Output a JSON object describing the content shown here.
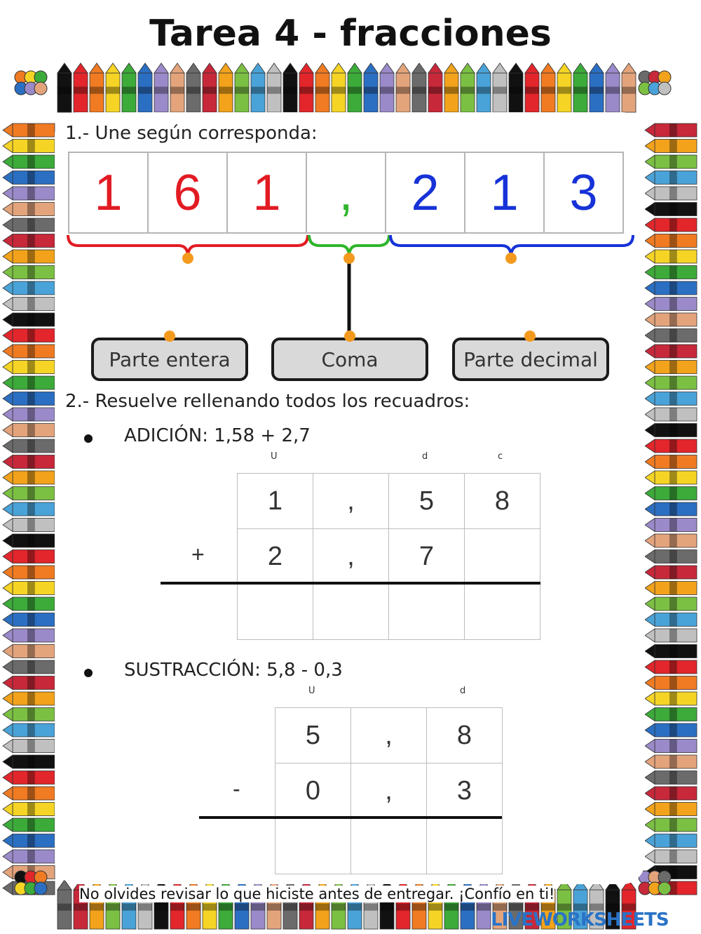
{
  "title": "Tarea 4 - fracciones",
  "section1": {
    "heading": "1.- Une según corresponda:",
    "digits": [
      {
        "text": "1",
        "color": "#e21b23"
      },
      {
        "text": "6",
        "color": "#e21b23"
      },
      {
        "text": "1",
        "color": "#e21b23"
      },
      {
        "text": ",",
        "color": "#2fb52c"
      },
      {
        "text": "2",
        "color": "#1632d8"
      },
      {
        "text": "1",
        "color": "#1632d8"
      },
      {
        "text": "3",
        "color": "#1632d8"
      }
    ],
    "labels": [
      "Parte entera",
      "Coma",
      "Parte decimal"
    ],
    "colors": {
      "integer": "#e21b23",
      "comma": "#2fb52c",
      "decimal": "#1632d8",
      "dot": "#f39a1e"
    }
  },
  "section2": {
    "heading": "2.- Resuelve rellenando todos los recuadros:",
    "addition": {
      "label": "ADICIÓN: 1,58 + 2,7",
      "headers": [
        "U",
        "",
        "d",
        "c"
      ],
      "sign": "+",
      "rows": [
        [
          "1",
          ",",
          "5",
          "8"
        ],
        [
          "2",
          ",",
          "7",
          ""
        ],
        [
          "",
          "",
          "",
          ""
        ]
      ]
    },
    "subtraction": {
      "label": "SUSTRACCIÓN: 5,8 - 0,3",
      "headers": [
        "U",
        "",
        "d"
      ],
      "sign": "-",
      "rows": [
        [
          "5",
          ",",
          "8"
        ],
        [
          "0",
          ",",
          "3"
        ],
        [
          "",
          "",
          ""
        ]
      ]
    }
  },
  "footer": "No olvides revisar lo que hiciste antes de entregar. ¡Confío en ti!",
  "watermark": "LIVEWORKSHEETS"
}
